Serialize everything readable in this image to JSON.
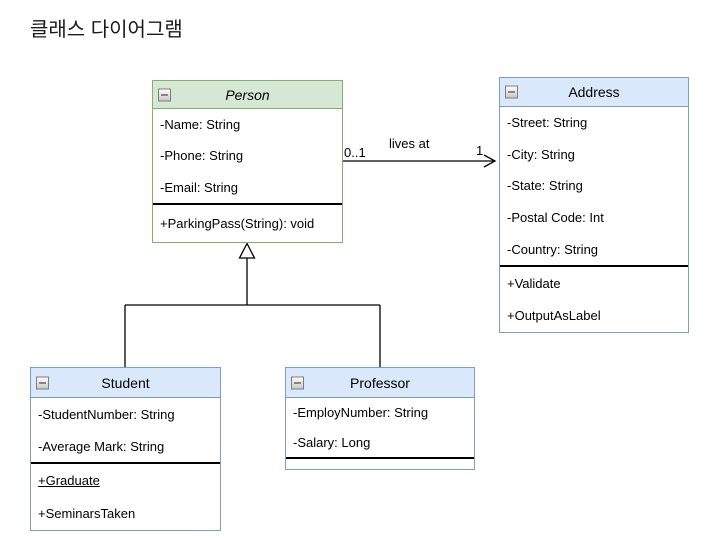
{
  "title": "클래스 다이어그램",
  "colors": {
    "green_fill": "#d5e8d4",
    "green_border": "#85b06c",
    "blue_fill": "#dae8fc",
    "blue_border": "#7e9cc8",
    "divider": "#000000",
    "line": "#000000"
  },
  "classes": [
    {
      "name": "Person",
      "abstract": true,
      "theme": "green",
      "attributes": [
        {
          "text": "-Name: String"
        },
        {
          "text": "-Phone: String"
        },
        {
          "text": "-Email: String"
        }
      ],
      "methods": [
        {
          "text": "+ParkingPass(String): void"
        }
      ]
    },
    {
      "name": "Address",
      "abstract": false,
      "theme": "blue",
      "attributes": [
        {
          "text": "-Street: String"
        },
        {
          "text": "-City: String"
        },
        {
          "text": "-State: String"
        },
        {
          "text": "-Postal Code: Int"
        },
        {
          "text": "-Country: String"
        }
      ],
      "methods": [
        {
          "text": "+Validate"
        },
        {
          "text": "+OutputAsLabel"
        }
      ]
    },
    {
      "name": "Student",
      "abstract": false,
      "theme": "blue",
      "attributes": [
        {
          "text": "-StudentNumber: String"
        },
        {
          "text": "-Average Mark: String"
        }
      ],
      "methods": [
        {
          "text": "+Graduate",
          "underline": true
        },
        {
          "text": "+SeminarsTaken"
        }
      ]
    },
    {
      "name": "Professor",
      "abstract": false,
      "theme": "blue",
      "attributes": [
        {
          "text": "-EmployNumber: String"
        },
        {
          "text": "-Salary: Long"
        }
      ],
      "methods": []
    }
  ],
  "association": {
    "from": "Person",
    "to": "Address",
    "label": "lives at",
    "source_multiplicity": "0..1",
    "target_multiplicity": "1"
  },
  "generalization": {
    "parent": "Person",
    "children": [
      "Student",
      "Professor"
    ]
  }
}
